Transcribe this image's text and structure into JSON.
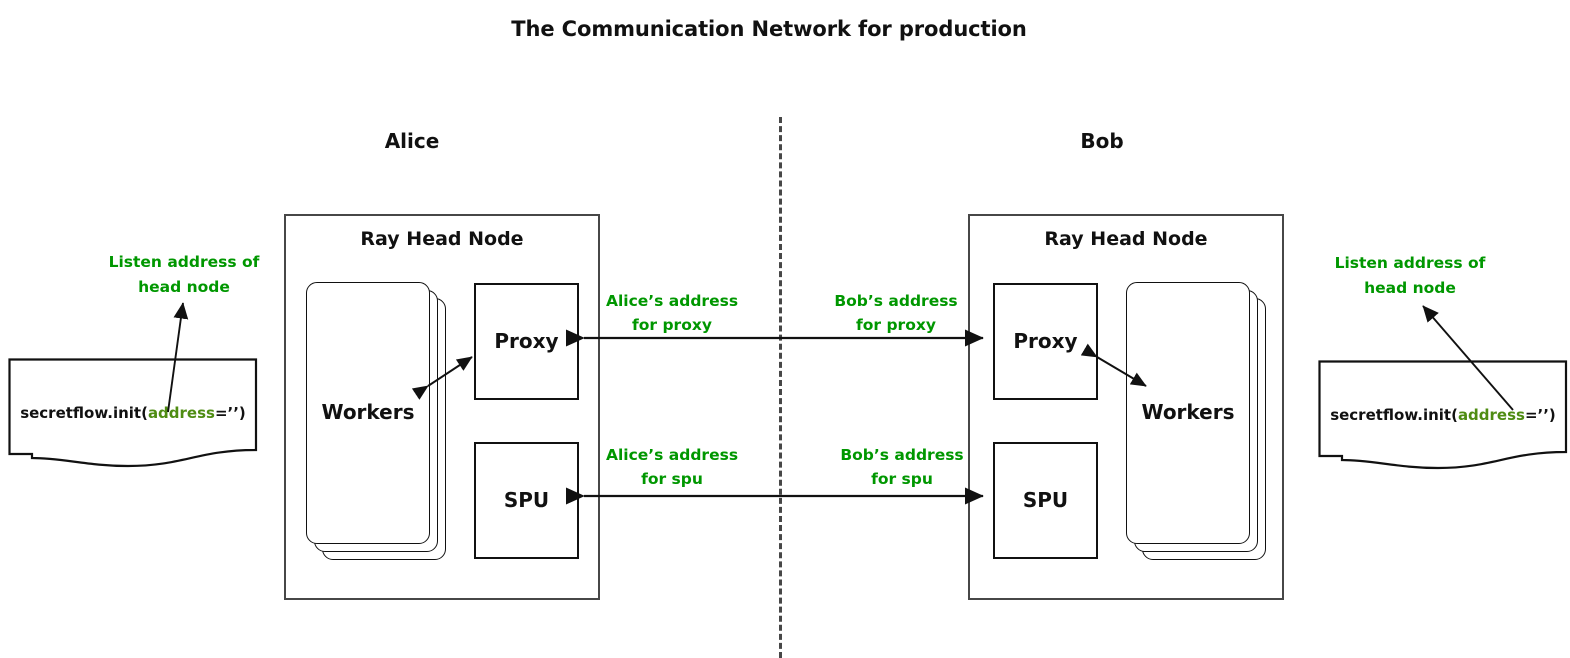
{
  "title": "The Communication Network for production",
  "divider": {
    "name": "party-divider",
    "style": "dashed",
    "color": "#474747"
  },
  "colors": {
    "green_label": "#009700",
    "green_keyword": "#4e8c12",
    "stroke_dark": "#111111",
    "stroke_gray": "#474747",
    "background": "#ffffff"
  },
  "parties": [
    {
      "id": "alice",
      "label": "Alice",
      "head_node": {
        "title": "Ray Head Node",
        "workers": {
          "label": "Workers",
          "stack_count": 3
        },
        "proxy": {
          "label": "Proxy"
        },
        "spu": {
          "label": "SPU"
        }
      },
      "annotation": "Listen address of\nhead node",
      "annotation_line1": "Listen address of",
      "annotation_line2": "head node",
      "code_note": {
        "prefix": "secretflow.init(",
        "keyword": "address",
        "suffix": "=’’)"
      }
    },
    {
      "id": "bob",
      "label": "Bob",
      "head_node": {
        "title": "Ray Head Node",
        "workers": {
          "label": "Workers",
          "stack_count": 3
        },
        "proxy": {
          "label": "Proxy"
        },
        "spu": {
          "label": "SPU"
        }
      },
      "annotation": "Listen address of\nhead node",
      "annotation_line1": "Listen address of",
      "annotation_line2": "head node",
      "code_note": {
        "prefix": "secretflow.init(",
        "keyword": "address",
        "suffix": "=’’)"
      }
    }
  ],
  "links": [
    {
      "id": "proxy-link",
      "from": "alice-proxy",
      "to": "bob-proxy",
      "direction": "bidirectional",
      "alice_caption_line1": "Alice’s address",
      "alice_caption_line2": "for proxy",
      "bob_caption_line1": "Bob’s address",
      "bob_caption_line2": "for proxy"
    },
    {
      "id": "spu-link",
      "from": "alice-spu",
      "to": "bob-spu",
      "direction": "bidirectional",
      "alice_caption_line1": "Alice’s address",
      "alice_caption_line2": "for spu",
      "bob_caption_line1": "Bob’s address",
      "bob_caption_line2": "for spu"
    }
  ],
  "internal_links": [
    {
      "id": "alice-workers-proxy",
      "from": "alice-workers",
      "to": "alice-proxy",
      "direction": "bidirectional"
    },
    {
      "id": "bob-workers-proxy",
      "from": "bob-workers",
      "to": "bob-proxy",
      "direction": "bidirectional"
    }
  ]
}
